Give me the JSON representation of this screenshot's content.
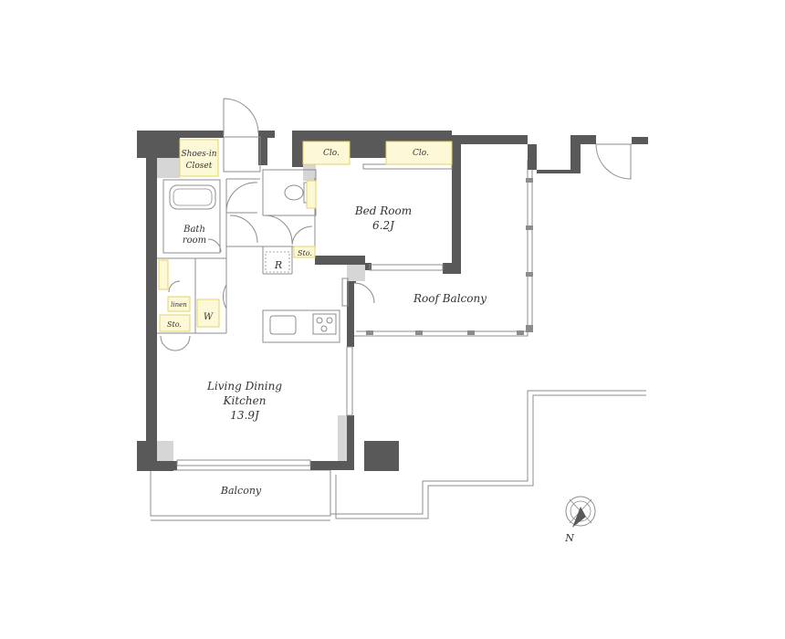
{
  "rooms": {
    "shoes_closet": {
      "line1": "Shoes-in",
      "line2": "Closet"
    },
    "closet_1": "Clo.",
    "closet_2": "Clo.",
    "bedroom": {
      "name": "Bed Room",
      "size": "6.2J"
    },
    "bath": {
      "line1": "Bath",
      "line2": "room"
    },
    "storage_1": "Sto.",
    "storage_2": "Sto.",
    "fridge": "R",
    "linen": "linen",
    "washer": "W",
    "roof_balcony": "Roof Balcony",
    "ldk": {
      "line1": "Living Dining",
      "line2": "Kitchen",
      "size": "13.9J"
    },
    "balcony": "Balcony"
  },
  "compass": {
    "label": "N"
  },
  "colors": {
    "wall": "#595959",
    "closet_fill": "#fdf9d6",
    "closet_stroke": "#e3d46a",
    "thin_line": "#8c8c8c",
    "grey_fill": "#d6d6d6"
  }
}
